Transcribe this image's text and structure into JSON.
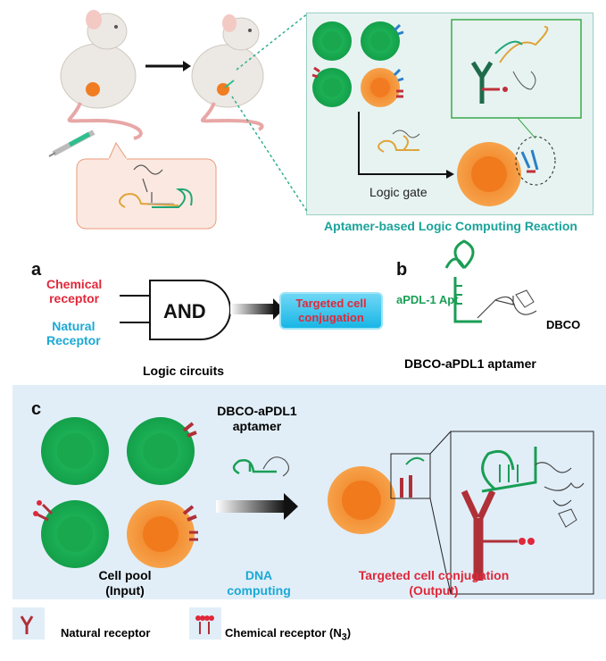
{
  "top": {
    "logic_gate_label": "Logic gate",
    "reaction_title": "Aptamer-based Logic Computing Reaction"
  },
  "panel_a": {
    "letter": "a",
    "input1_line1": "Chemical",
    "input1_line2": "receptor",
    "input2_line1": "Natural",
    "input2_line2": "Receptor",
    "gate_label": "AND",
    "output_line1": "Targeted cell",
    "output_line2": "conjugation",
    "caption": "Logic circuits"
  },
  "panel_b": {
    "letter": "b",
    "aptamer_label": "aPDL-1 Apt",
    "dbco_label": "DBCO",
    "caption": "DBCO-aPDL1 aptamer"
  },
  "panel_c": {
    "letter": "c",
    "reagent_line1": "DBCO-aPDL1",
    "reagent_line2": "aptamer",
    "input_line1": "Cell pool",
    "input_line2": "(Input)",
    "process_line1": "DNA",
    "process_line2": "computing",
    "output_line1": "Targeted cell conjugation",
    "output_line2": "(Output)"
  },
  "legend": {
    "natural_label": "Natural receptor",
    "chemical_label": "Chemical receptor (N",
    "chemical_subscript": "3",
    "chemical_close": ")"
  },
  "colors": {
    "cell_green": "#1fb45a",
    "cell_orange": "#f28c28",
    "teal_panel": "#e7f3f1",
    "blue_panel": "#e1eef8",
    "chemical_red": "#e0283a",
    "natural_cyan": "#1ba9d6",
    "antibody_red": "#b03038"
  }
}
